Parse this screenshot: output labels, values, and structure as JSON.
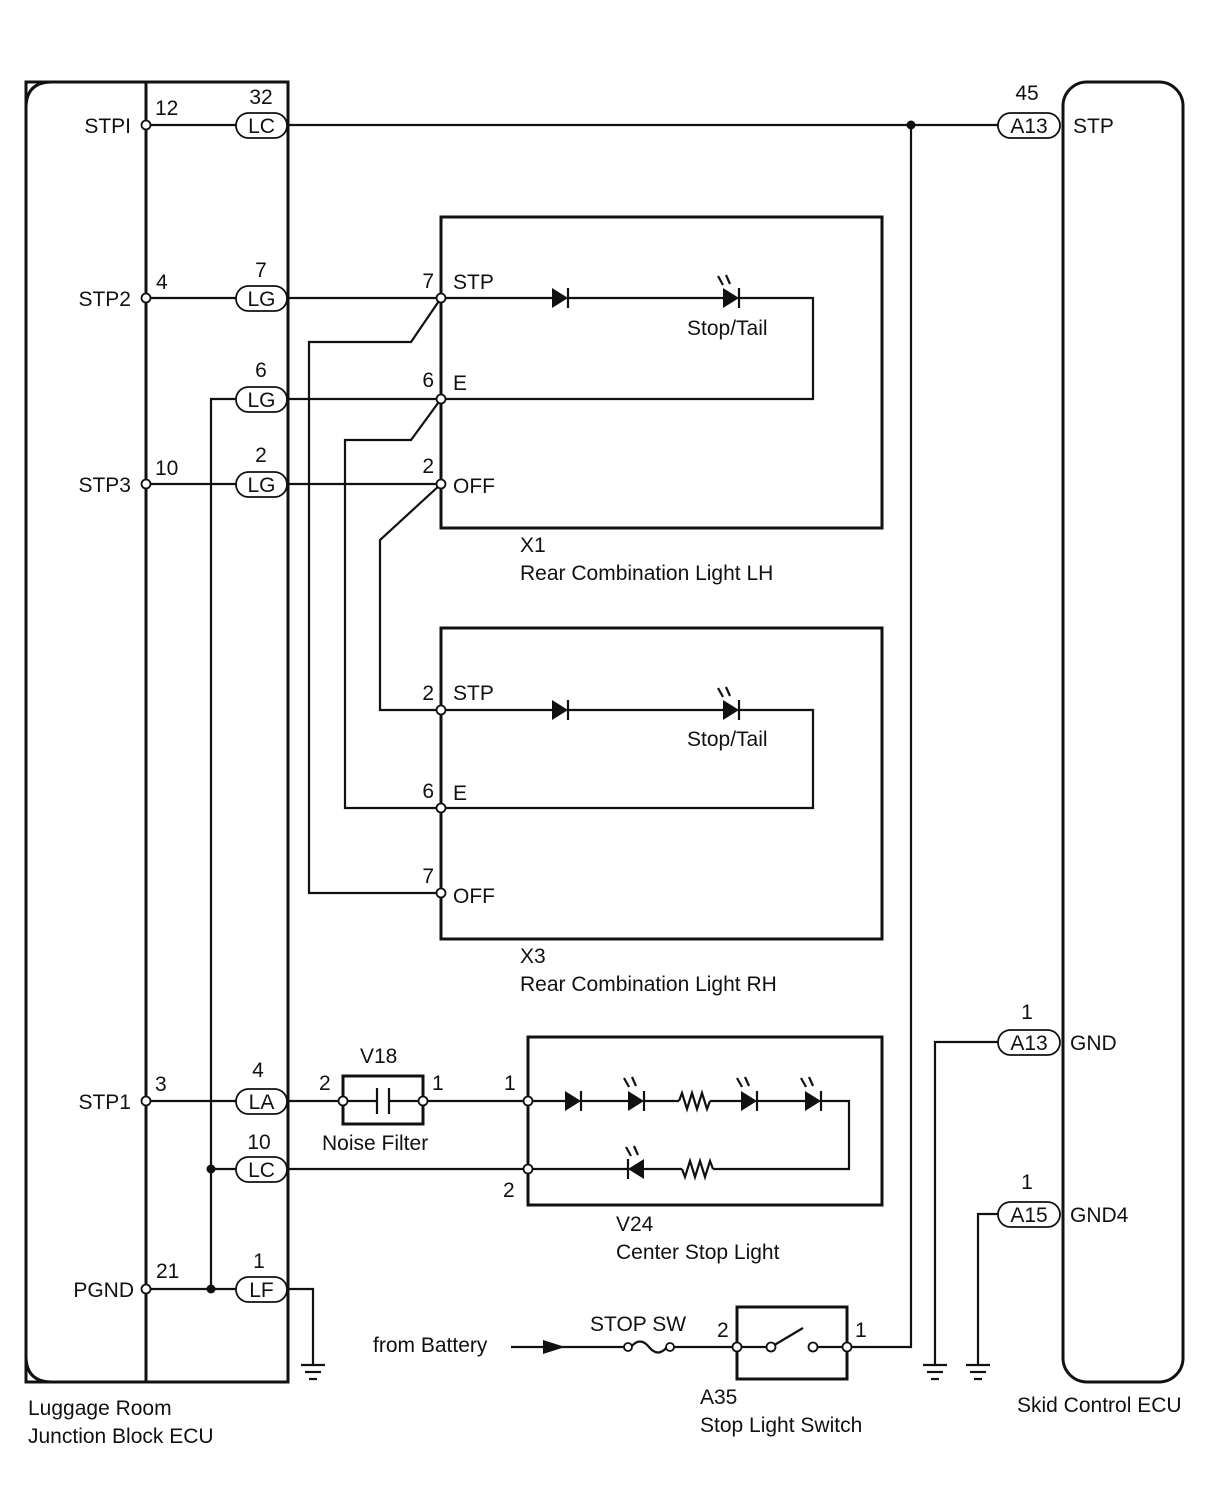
{
  "components": {
    "jb_ecu": {
      "line1": "Luggage Room",
      "line2": "Junction Block ECU"
    },
    "skid_ecu": {
      "name": "Skid Control ECU"
    },
    "x1": {
      "id": "X1",
      "name": "Rear Combination Light LH"
    },
    "x3": {
      "id": "X3",
      "name": "Rear Combination Light RH"
    },
    "v24": {
      "id": "V24",
      "name": "Center Stop Light"
    },
    "v18": {
      "id": "V18",
      "name": "Noise Filter"
    },
    "a35": {
      "id": "A35",
      "name": "Stop Light Switch"
    },
    "fuse": {
      "label": "STOP SW"
    },
    "battery": {
      "label": "from Battery"
    }
  },
  "jb_pins": {
    "stpi": {
      "label": "STPI",
      "pin": "12"
    },
    "stp2": {
      "label": "STP2",
      "pin": "4"
    },
    "stp3": {
      "label": "STP3",
      "pin": "10"
    },
    "stp1": {
      "label": "STP1",
      "pin": "3"
    },
    "pgnd": {
      "label": "PGND",
      "pin": "21"
    }
  },
  "jb_connectors": {
    "c1": {
      "code": "LC",
      "pin": "32"
    },
    "c2": {
      "code": "LG",
      "pin": "7"
    },
    "c3": {
      "code": "LG",
      "pin": "6"
    },
    "c4": {
      "code": "LG",
      "pin": "2"
    },
    "c5": {
      "code": "LA",
      "pin": "4"
    },
    "c6": {
      "code": "LC",
      "pin": "10"
    },
    "c7": {
      "code": "LF",
      "pin": "1"
    }
  },
  "skid_connectors": {
    "stp": {
      "code": "A13",
      "pin": "45",
      "label": "STP"
    },
    "gnd": {
      "code": "A13",
      "pin": "1",
      "label": "GND"
    },
    "gnd4": {
      "code": "A15",
      "pin": "1",
      "label": "GND4"
    }
  },
  "x1_terms": {
    "stp": {
      "pin": "7",
      "label": "STP"
    },
    "e": {
      "pin": "6",
      "label": "E"
    },
    "off": {
      "pin": "2",
      "label": "OFF"
    },
    "lamp": "Stop/Tail"
  },
  "x3_terms": {
    "stp": {
      "pin": "2",
      "label": "STP"
    },
    "e": {
      "pin": "6",
      "label": "E"
    },
    "off": {
      "pin": "7",
      "label": "OFF"
    },
    "lamp": "Stop/Tail"
  },
  "v18_pins": {
    "left": "2",
    "right": "1"
  },
  "v24_pins": {
    "top": "1",
    "bottom": "2"
  },
  "a35_pins": {
    "left": "2",
    "right": "1"
  }
}
